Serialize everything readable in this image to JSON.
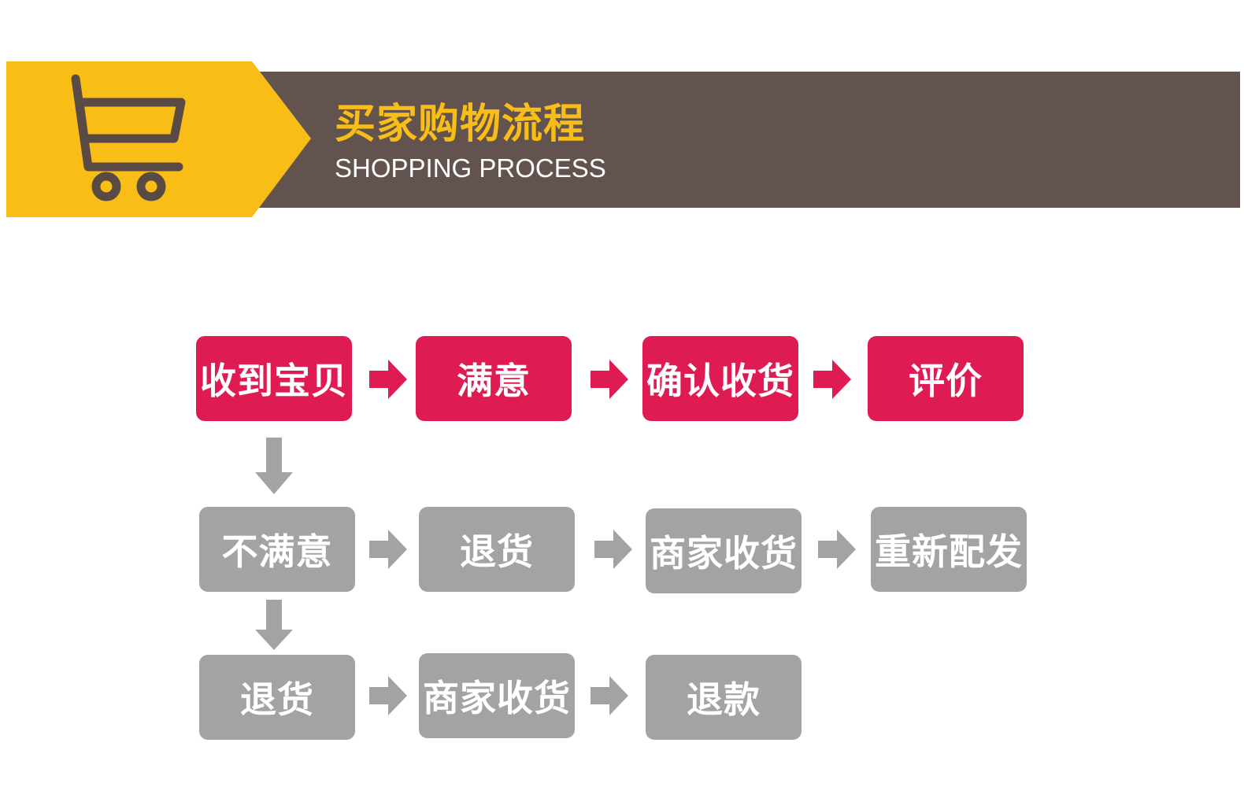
{
  "banner": {
    "title_zh": "买家购物流程",
    "title_en": "SHOPPING PROCESS",
    "icon": "shopping-cart-icon"
  },
  "colors": {
    "banner_dark": "#63534f",
    "banner_yellow": "#f8bd16",
    "cart_stroke": "#5a4a44",
    "title_zh": "#f8bd16",
    "title_en": "#ffffff",
    "primary_step": "#de1b52",
    "secondary_step": "#a3a3a3",
    "step_text": "#ffffff"
  },
  "flow": {
    "row1": [
      "收到宝贝",
      "满意",
      "确认收货",
      "评价"
    ],
    "row2": [
      "不满意",
      "退货",
      "商家收货",
      "重新配发"
    ],
    "row3": [
      "退货",
      "商家收货",
      "退款"
    ]
  }
}
